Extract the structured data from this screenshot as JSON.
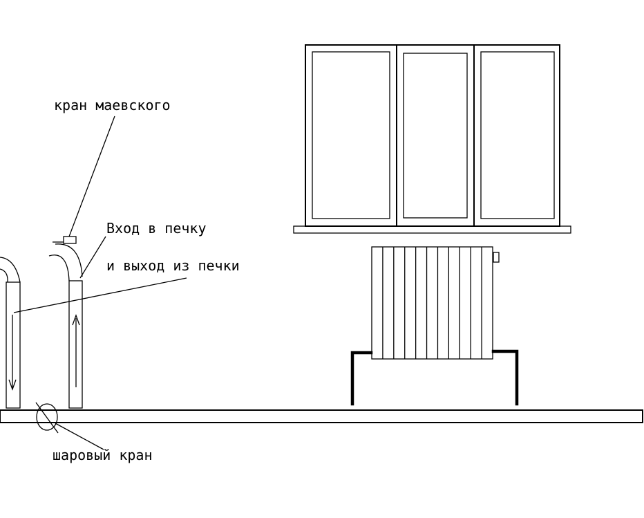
{
  "labels": {
    "mayevsky_valve": "кран маевского",
    "stove_inlet": "Вход в печку",
    "stove_outlet": "и выход из печки",
    "ball_valve": "шаровый кран"
  },
  "radiator": {
    "sections": 11
  },
  "colors": {
    "ink": "#000000",
    "background": "#ffffff"
  }
}
